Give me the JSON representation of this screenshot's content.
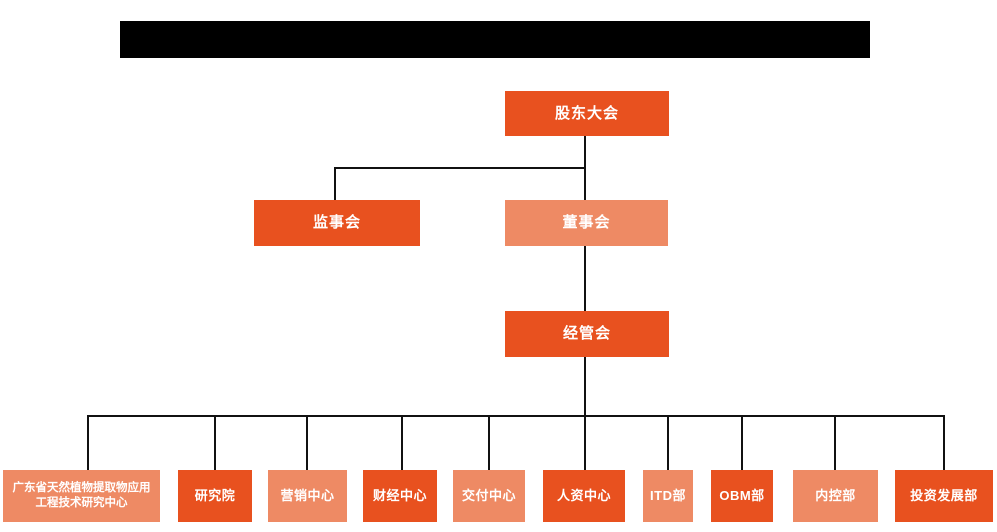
{
  "org_chart": {
    "shareholders_meeting": {
      "label": "股东大会",
      "variant": "dark"
    },
    "supervisory_board": {
      "label": "监事会",
      "variant": "dark"
    },
    "board_of_directors": {
      "label": "董事会",
      "variant": "light"
    },
    "management_committee": {
      "label": "经管会",
      "variant": "dark"
    },
    "departments": [
      {
        "label": "广东省天然植物提取物应用工程技术研究中心",
        "variant": "light"
      },
      {
        "label": "研究院",
        "variant": "dark"
      },
      {
        "label": "营销中心",
        "variant": "light"
      },
      {
        "label": "财经中心",
        "variant": "dark"
      },
      {
        "label": "交付中心",
        "variant": "light"
      },
      {
        "label": "人资中心",
        "variant": "dark"
      },
      {
        "label": "ITD部",
        "variant": "light"
      },
      {
        "label": "OBM部",
        "variant": "dark"
      },
      {
        "label": "内控部",
        "variant": "light"
      },
      {
        "label": "投资发展部",
        "variant": "dark"
      }
    ],
    "colors": {
      "node_dark_orange": "#e8511f",
      "node_light_orange": "#ee8a64",
      "node_text": "#ffffff",
      "connector_line": "#111111",
      "redaction_bar": "#000000",
      "background": "#ffffff"
    }
  }
}
